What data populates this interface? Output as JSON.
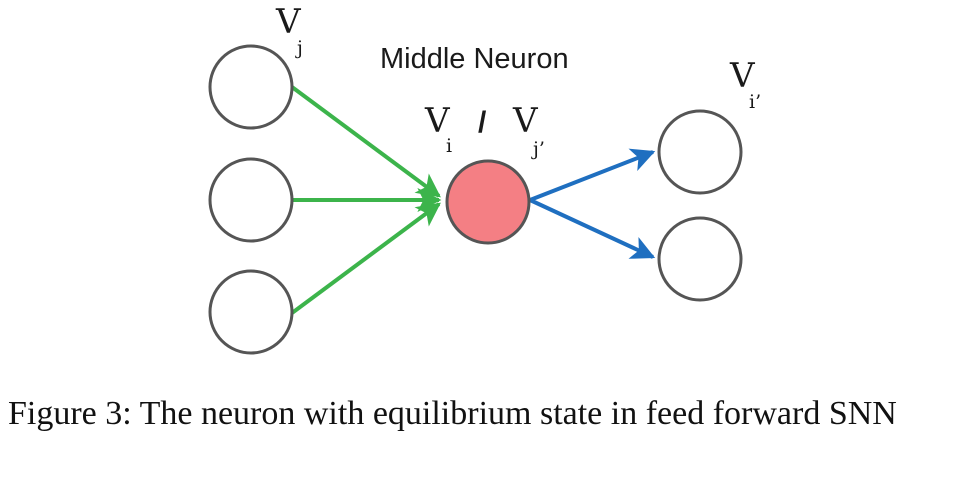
{
  "diagram": {
    "middle_title": "Middle Neuron",
    "input_label": {
      "main": "V",
      "sub": "j"
    },
    "middle_label_left": {
      "main": "V",
      "sub": "i"
    },
    "middle_separator": "/",
    "middle_label_right": {
      "main": "V",
      "sub": "j’"
    },
    "output_label": {
      "main": "V",
      "sub": "i’"
    },
    "colors": {
      "input_edges": "#3cb44b",
      "output_edges": "#1f6fc0",
      "middle_fill": "#f47f84",
      "node_stroke": "#555555"
    }
  },
  "caption": {
    "text": "Figure 3: The neuron with equilibrium state in feed forward SNN"
  }
}
